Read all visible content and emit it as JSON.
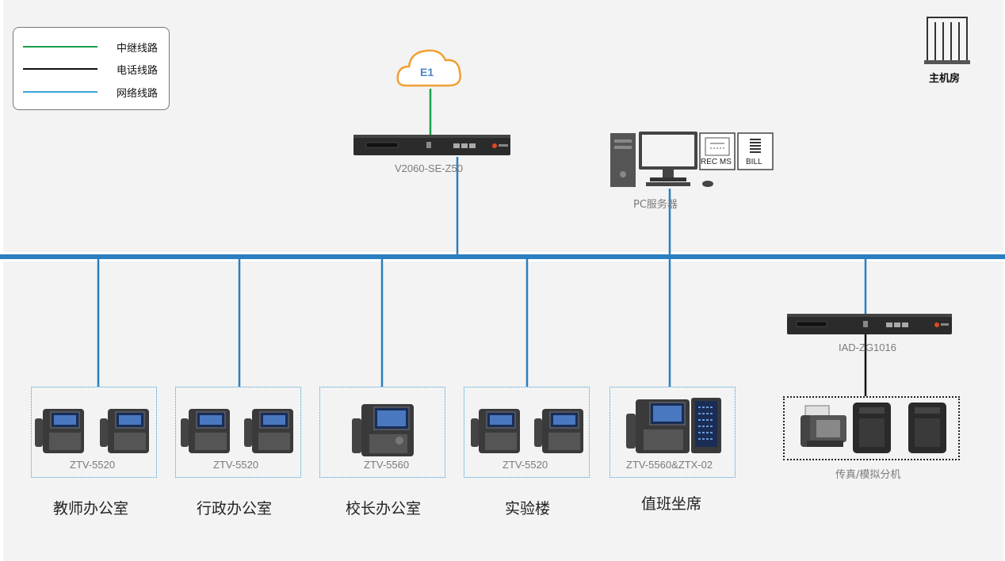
{
  "legend": {
    "items": [
      {
        "label": "中继线路",
        "color": "#1aa04a"
      },
      {
        "label": "电话线路",
        "color": "#111111"
      },
      {
        "label": "网络线路",
        "color": "#3aa6d8"
      }
    ]
  },
  "machine_room": {
    "label": "主机房"
  },
  "cloud": {
    "label": "E1"
  },
  "gateway": {
    "label": "V2060-SE-Z50"
  },
  "pc_server": {
    "label": "PC服务器",
    "rec_label": "REC MS",
    "bill_label": "BILL"
  },
  "iad": {
    "label": "IAD-ZG1016"
  },
  "fax_group": {
    "label": "传真/模拟分机"
  },
  "zones": [
    {
      "model": "ZTV-5520",
      "room": "教师办公室"
    },
    {
      "model": "ZTV-5520",
      "room": "行政办公室"
    },
    {
      "model": "ZTV-5560",
      "room": "校长办公室"
    },
    {
      "model": "ZTV-5520",
      "room": "实验楼"
    },
    {
      "model": "ZTV-5560&ZTX-02",
      "room": "值班坐席"
    }
  ],
  "colors": {
    "network": "#2b7fc0",
    "trunk": "#1aa04a",
    "phone": "#111111",
    "top_panel": "#f3f3f3"
  }
}
